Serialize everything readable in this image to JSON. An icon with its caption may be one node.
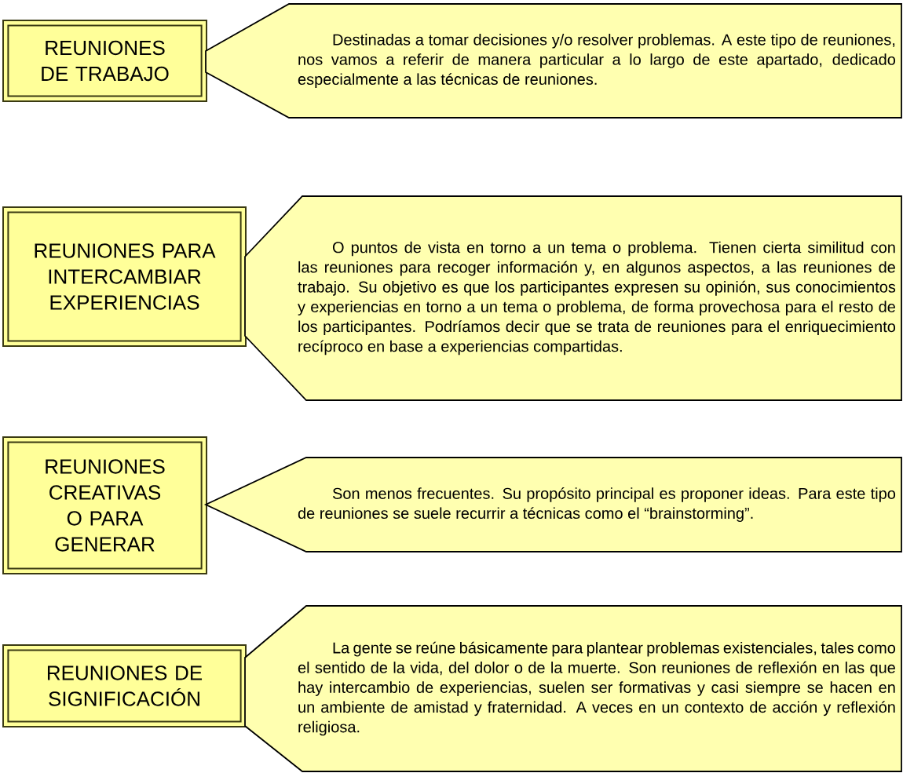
{
  "diagram": {
    "nodes": [
      {
        "text": [
          "REUNIONES DE TRABAJO"
        ]
      },
      {
        "text": [
          "Destinadas a tomar decisiones y/o resolver problemas. A este tipo de reuniones, nos vamos a referir de manera particular a lo largo de este apartado, dedicado especialmente a las técnicas de reuniones."
        ]
      },
      {
        "text": [
          "REUNIONES PARA INTERCAMBIAR EXPERIENCIAS"
        ]
      },
      {
        "text": [
          "O puntos de vista en torno a un tema o problema. Tienen cierta similitud con las reuniones para recoger información y, en algunos aspectos, a las reuniones de trabajo. Su objetivo es que los participantes expresen su opinión, sus conocimientos y experiencias en torno a un tema o problema, de forma provechosa para el resto de los participantes. Podríamos decir que se trata de reuniones para el enriquecimiento recíproco en base a experiencias compartidas."
        ]
      },
      {
        "text": [
          "REUNIONES CREATIVAS O PARA GENERAR"
        ]
      },
      {
        "text": [
          "Son menos frecuentes. Su propósito principal es proponer ideas. Para este tipo de reuniones se suele recurrir a técnicas como el “brainstorming”."
        ]
      },
      {
        "text": [
          "REUNIONES DE SIGNIFICACIÓN"
        ]
      },
      {
        "text": [
          "La gente se reúne básicamente para plantear problemas existenciales, tales como el sentido de la vida, del dolor o de la muerte. Son reuniones de reflexión en las que hay intercambio de experiencias, suelen ser formativas y casi siempre se hacen en un ambiente de amistad y fraternidad. A veces en un contexto de acción y reflexión religiosa."
        ]
      }
    ]
  }
}
